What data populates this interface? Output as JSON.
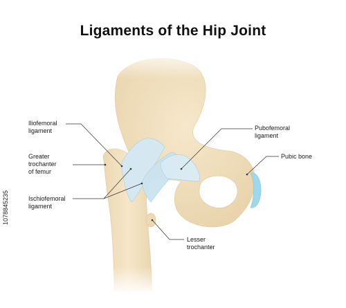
{
  "title": "Ligaments of the Hip Joint",
  "labels": {
    "iliofemoral": [
      "Iliofemoral",
      "ligament"
    ],
    "greater_trochanter": [
      "Greater",
      "trochanter",
      "of femur"
    ],
    "ischiofemoral": [
      "Ischiofemoral",
      "ligament"
    ],
    "pubofemoral": [
      "Pubofemoral",
      "ligament"
    ],
    "pubic_bone": "Pubic bone",
    "lesser_trochanter": [
      "Lesser",
      "trochanter"
    ]
  },
  "image_id": "1078845235",
  "colors": {
    "bone": "#f2dfbc",
    "bone_shade": "#e6cfa6",
    "ligament": "#cfe6f2",
    "ligament_edge": "#a9d2e6",
    "cartilage": "#9fd8ea"
  }
}
